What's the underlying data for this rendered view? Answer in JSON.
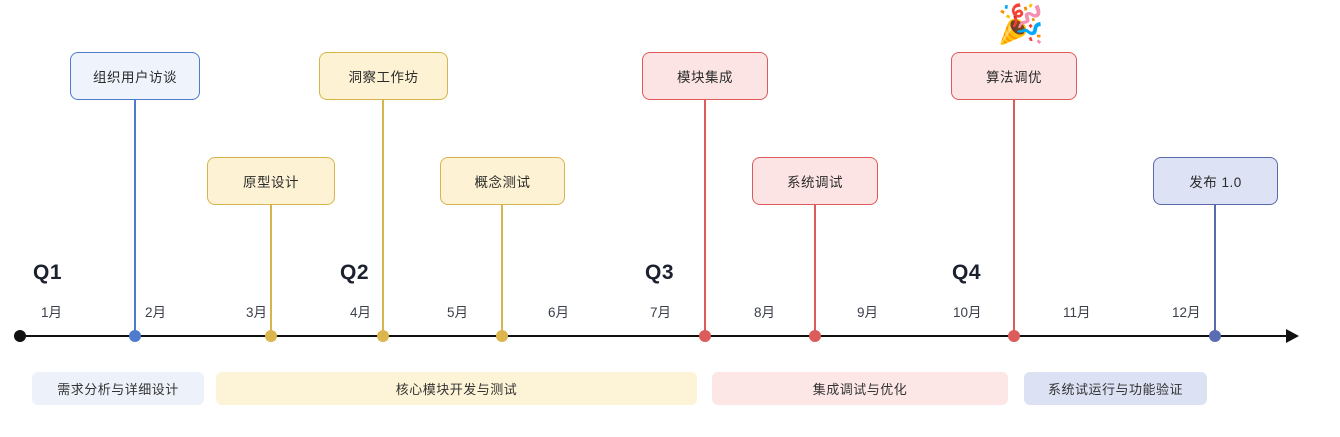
{
  "quarters": [
    "Q1",
    "Q2",
    "Q3",
    "Q4"
  ],
  "months": [
    "1月",
    "2月",
    "3月",
    "4月",
    "5月",
    "6月",
    "7月",
    "8月",
    "9月",
    "10月",
    "11月",
    "12月"
  ],
  "milestones": [
    {
      "label": "组织用户访谈",
      "theme": "blue",
      "border_color": "#4d7cce",
      "fill_color": "#eef3fc"
    },
    {
      "label": "原型设计",
      "theme": "yellow",
      "border_color": "#d8b44c",
      "fill_color": "#fdf2d3"
    },
    {
      "label": "洞察工作坊",
      "theme": "yellow",
      "border_color": "#d8b44c",
      "fill_color": "#fdf2d3"
    },
    {
      "label": "概念测试",
      "theme": "yellow",
      "border_color": "#d8b44c",
      "fill_color": "#fdf2d3"
    },
    {
      "label": "模块集成",
      "theme": "red",
      "border_color": "#dc5b5b",
      "fill_color": "#fce4e4"
    },
    {
      "label": "系统调试",
      "theme": "red",
      "border_color": "#dc5b5b",
      "fill_color": "#fce4e4"
    },
    {
      "label": "算法调优",
      "theme": "red",
      "border_color": "#dc5b5b",
      "fill_color": "#fce4e4",
      "icon": "party-popper"
    },
    {
      "label": "发布 1.0",
      "theme": "indigo",
      "border_color": "#5a68ae",
      "fill_color": "#dde2f4"
    }
  ],
  "phases": [
    {
      "label": "需求分析与详细设计",
      "fill_color": "#edf1fa"
    },
    {
      "label": "核心模块开发与测试",
      "fill_color": "#fdf3d6"
    },
    {
      "label": "集成调试与优化",
      "fill_color": "#fce6e6"
    },
    {
      "label": "系统试运行与功能验证",
      "fill_color": "#dce1f4"
    }
  ],
  "icons": {
    "party_popper": "🎉"
  },
  "axis": {
    "line_color": "#111111"
  }
}
